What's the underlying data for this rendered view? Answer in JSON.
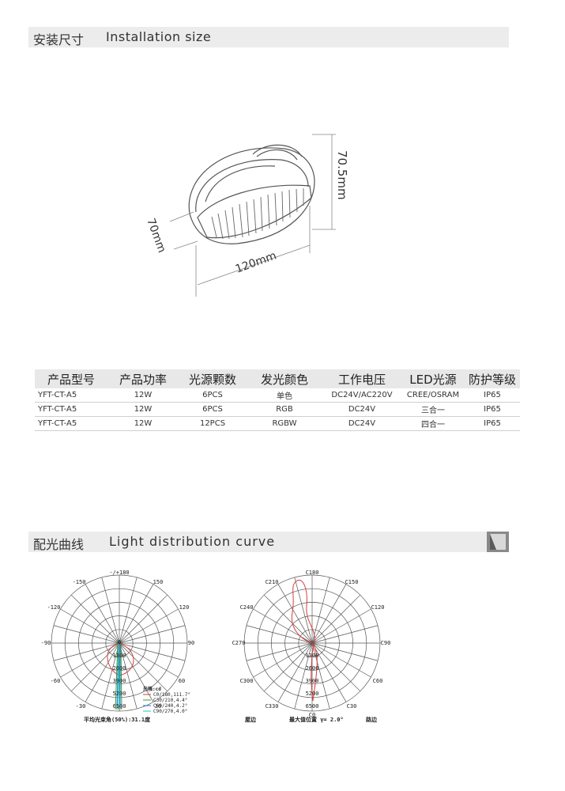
{
  "install": {
    "zh": "安装尺寸",
    "en": "Installation size"
  },
  "dims": {
    "height": "70.5mm",
    "depth": "70mm",
    "width": "120mm"
  },
  "table": {
    "headers": [
      "产品型号",
      "产品功率",
      "光源颗数",
      "发光颜色",
      "工作电压",
      "LED光源",
      "防护等级"
    ],
    "rows": [
      [
        "YFT-CT-A5",
        "12W",
        "6PCS",
        "单色",
        "DC24V/AC220V",
        "CREE/OSRAM",
        "IP65"
      ],
      [
        "YFT-CT-A5",
        "12W",
        "6PCS",
        "RGB",
        "DC24V",
        "三合一",
        "IP65"
      ],
      [
        "YFT-CT-A5",
        "12W",
        "12PCS",
        "RGBW",
        "DC24V",
        "四合一",
        "IP65"
      ]
    ]
  },
  "light": {
    "zh": "配光曲线",
    "en": "Light distribution curve"
  },
  "polar_left": {
    "angle_labels": [
      "-/+180",
      "-150",
      "150",
      "-120",
      "120",
      "-90",
      "90",
      "-60",
      "60",
      "-30",
      "30",
      "0"
    ],
    "radial_labels": [
      "1300",
      "2600",
      "3900",
      "5200",
      "6500"
    ],
    "legend_title": "光强:cd",
    "legend": [
      "C0/180,111.7°",
      "C30/210,4.4°",
      "C60/240,4.2°",
      "C90/270,4.0°"
    ],
    "legend_colors": [
      "#d83c3c",
      "#3a9b3a",
      "#2a6fd0",
      "#19c7c7"
    ],
    "caption": "平均光束角(50%):31.1度"
  },
  "polar_right": {
    "angle_labels": [
      "C180",
      "C210",
      "C150",
      "C240",
      "C120",
      "C270",
      "C90",
      "C300",
      "C60",
      "C330",
      "C30",
      "C0"
    ],
    "radial_labels": [
      "1300",
      "2600",
      "3900",
      "5200",
      "6500"
    ],
    "caption_left": "屋边",
    "caption_mid": "最大值位置 γ= 2.0°",
    "caption_right": "路边"
  }
}
